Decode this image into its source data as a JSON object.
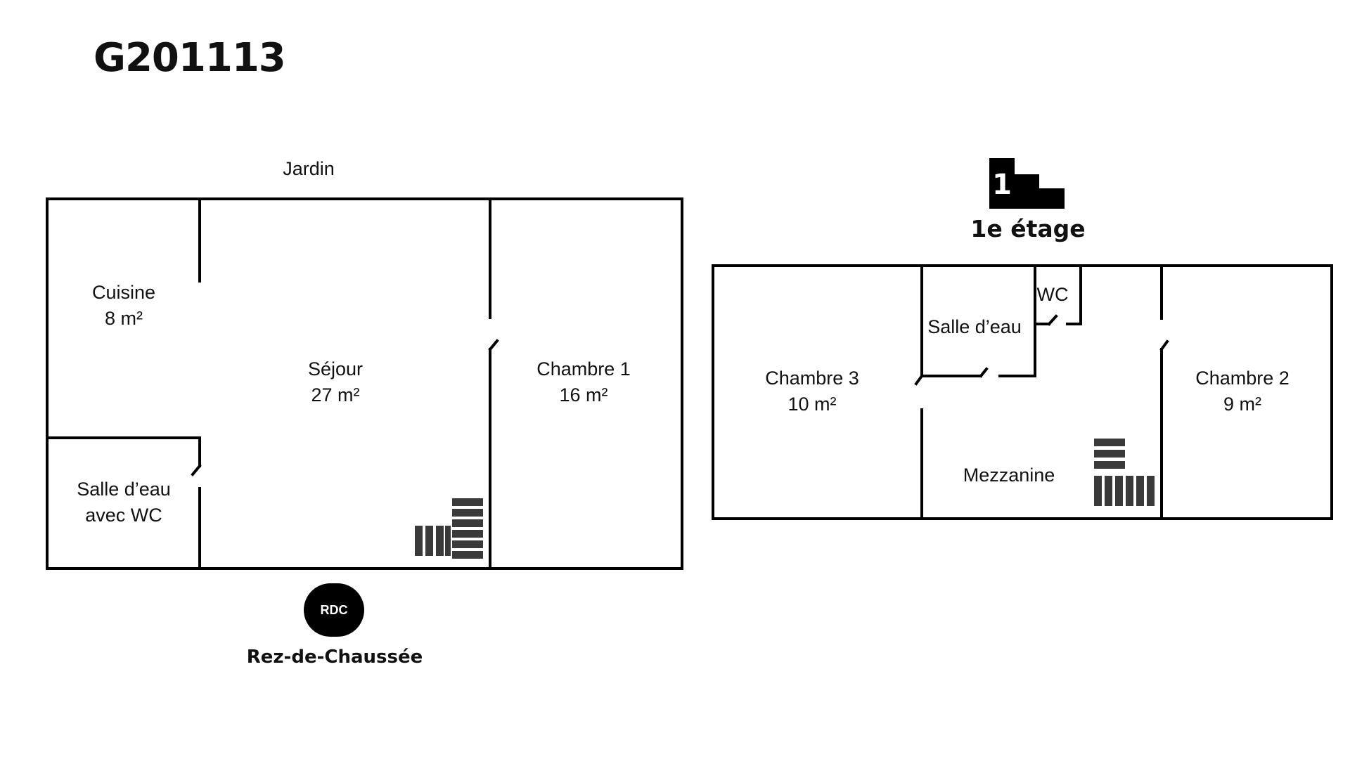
{
  "reference": "G201113",
  "ground_floor": {
    "outside_label": "Jardin",
    "badge": "RDC",
    "name": "Rez-de-Chaussée",
    "rooms": {
      "cuisine": {
        "name": "Cuisine",
        "area": "8 m²"
      },
      "sejour": {
        "name": "Séjour",
        "area": "27 m²"
      },
      "chambre1": {
        "name": "Chambre 1",
        "area": "16 m²"
      },
      "salle_eau": {
        "line1": "Salle d’eau",
        "line2": "avec WC"
      }
    }
  },
  "first_floor": {
    "badge_number": "1",
    "name": "1e étage",
    "rooms": {
      "chambre3": {
        "name": "Chambre 3",
        "area": "10 m²"
      },
      "salle_eau": {
        "name": "Salle d’eau"
      },
      "wc": {
        "name": "WC"
      },
      "mezzanine": {
        "name": "Mezzanine"
      },
      "chambre2": {
        "name": "Chambre 2",
        "area": "9 m²"
      }
    }
  },
  "colors": {
    "walls": "#000000",
    "stairs": "#3a3a3a",
    "background": "#ffffff"
  }
}
